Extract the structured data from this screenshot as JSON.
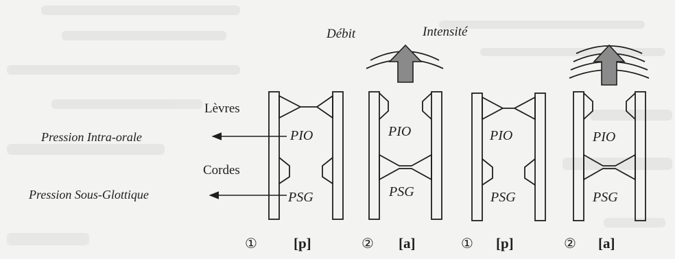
{
  "labels": {
    "debit": "Débit",
    "intensite": "Intensité",
    "levres": "Lèvres",
    "pio_full": "Pression Intra-orale",
    "cordes": "Cordes",
    "psg_full": "Pression Sous-Glottique",
    "pio": "PIO",
    "psg": "PSG"
  },
  "phases": [
    {
      "number": "①",
      "phoneme": "[p]"
    },
    {
      "number": "②",
      "phoneme": "[a]"
    },
    {
      "number": "①",
      "phoneme": "[p]"
    },
    {
      "number": "②",
      "phoneme": "[a]"
    }
  ],
  "colors": {
    "ink": "#1e1e1e",
    "arrow_fill": "#8a8a8a",
    "background": "#f3f3f1",
    "bleed_text": "#d8d8d6"
  }
}
